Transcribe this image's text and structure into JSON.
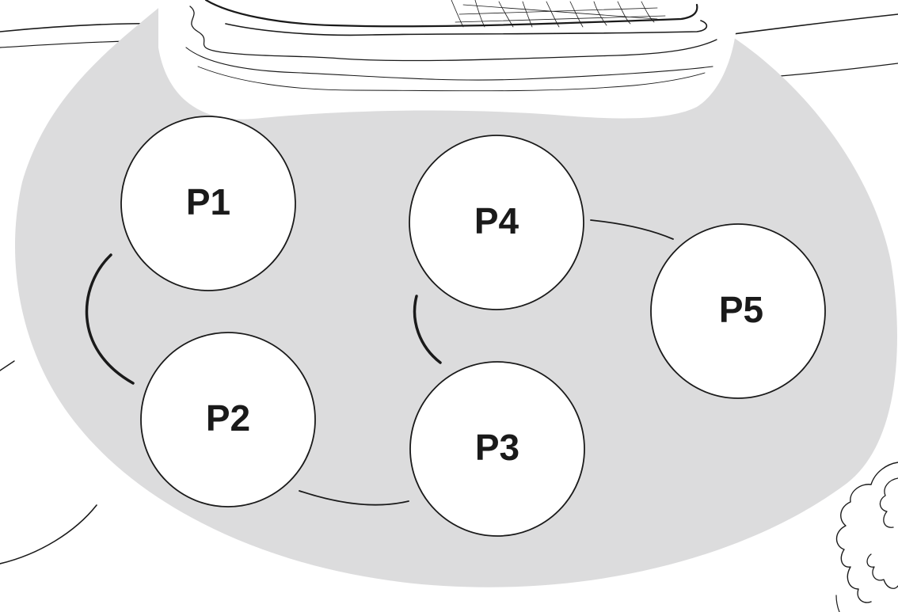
{
  "diagram": {
    "background_color": "#ffffff",
    "blob_color": "#dcdcdd",
    "node_fill": "#ffffff",
    "stroke_color": "#1a1a1a",
    "nodes": [
      {
        "id": "p1",
        "label": "P1"
      },
      {
        "id": "p2",
        "label": "P2"
      },
      {
        "id": "p3",
        "label": "P3"
      },
      {
        "id": "p4",
        "label": "P4"
      },
      {
        "id": "p5",
        "label": "P5"
      }
    ],
    "edges": [
      {
        "from": "p1",
        "to": "p2"
      },
      {
        "from": "p2",
        "to": "p3"
      },
      {
        "from": "p3",
        "to": "p4"
      },
      {
        "from": "p4",
        "to": "p5"
      }
    ]
  }
}
